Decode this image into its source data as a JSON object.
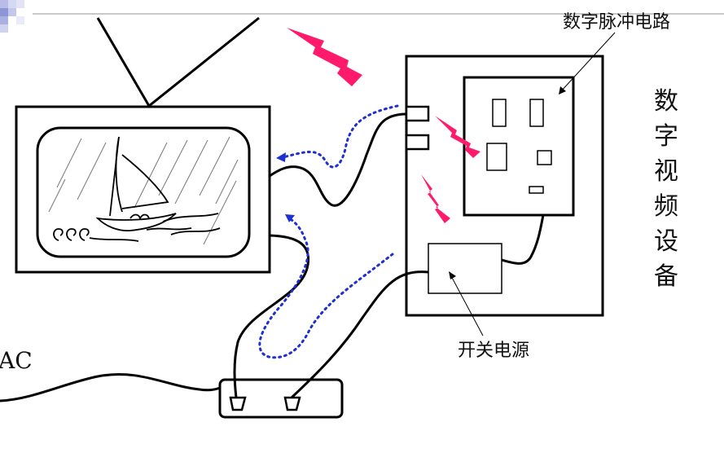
{
  "labels": {
    "digital_pulse_circuit": "数字脉冲电路",
    "switching_power_supply": "开关电源",
    "digital_video_device": [
      "数",
      "字",
      "视",
      "频",
      "设",
      "备"
    ],
    "ac": "AC"
  },
  "colors": {
    "line": "#000000",
    "interference": "#ff1a6c",
    "signal_dots": "#1f2fd0",
    "header_bar": "#9aa0d6"
  }
}
